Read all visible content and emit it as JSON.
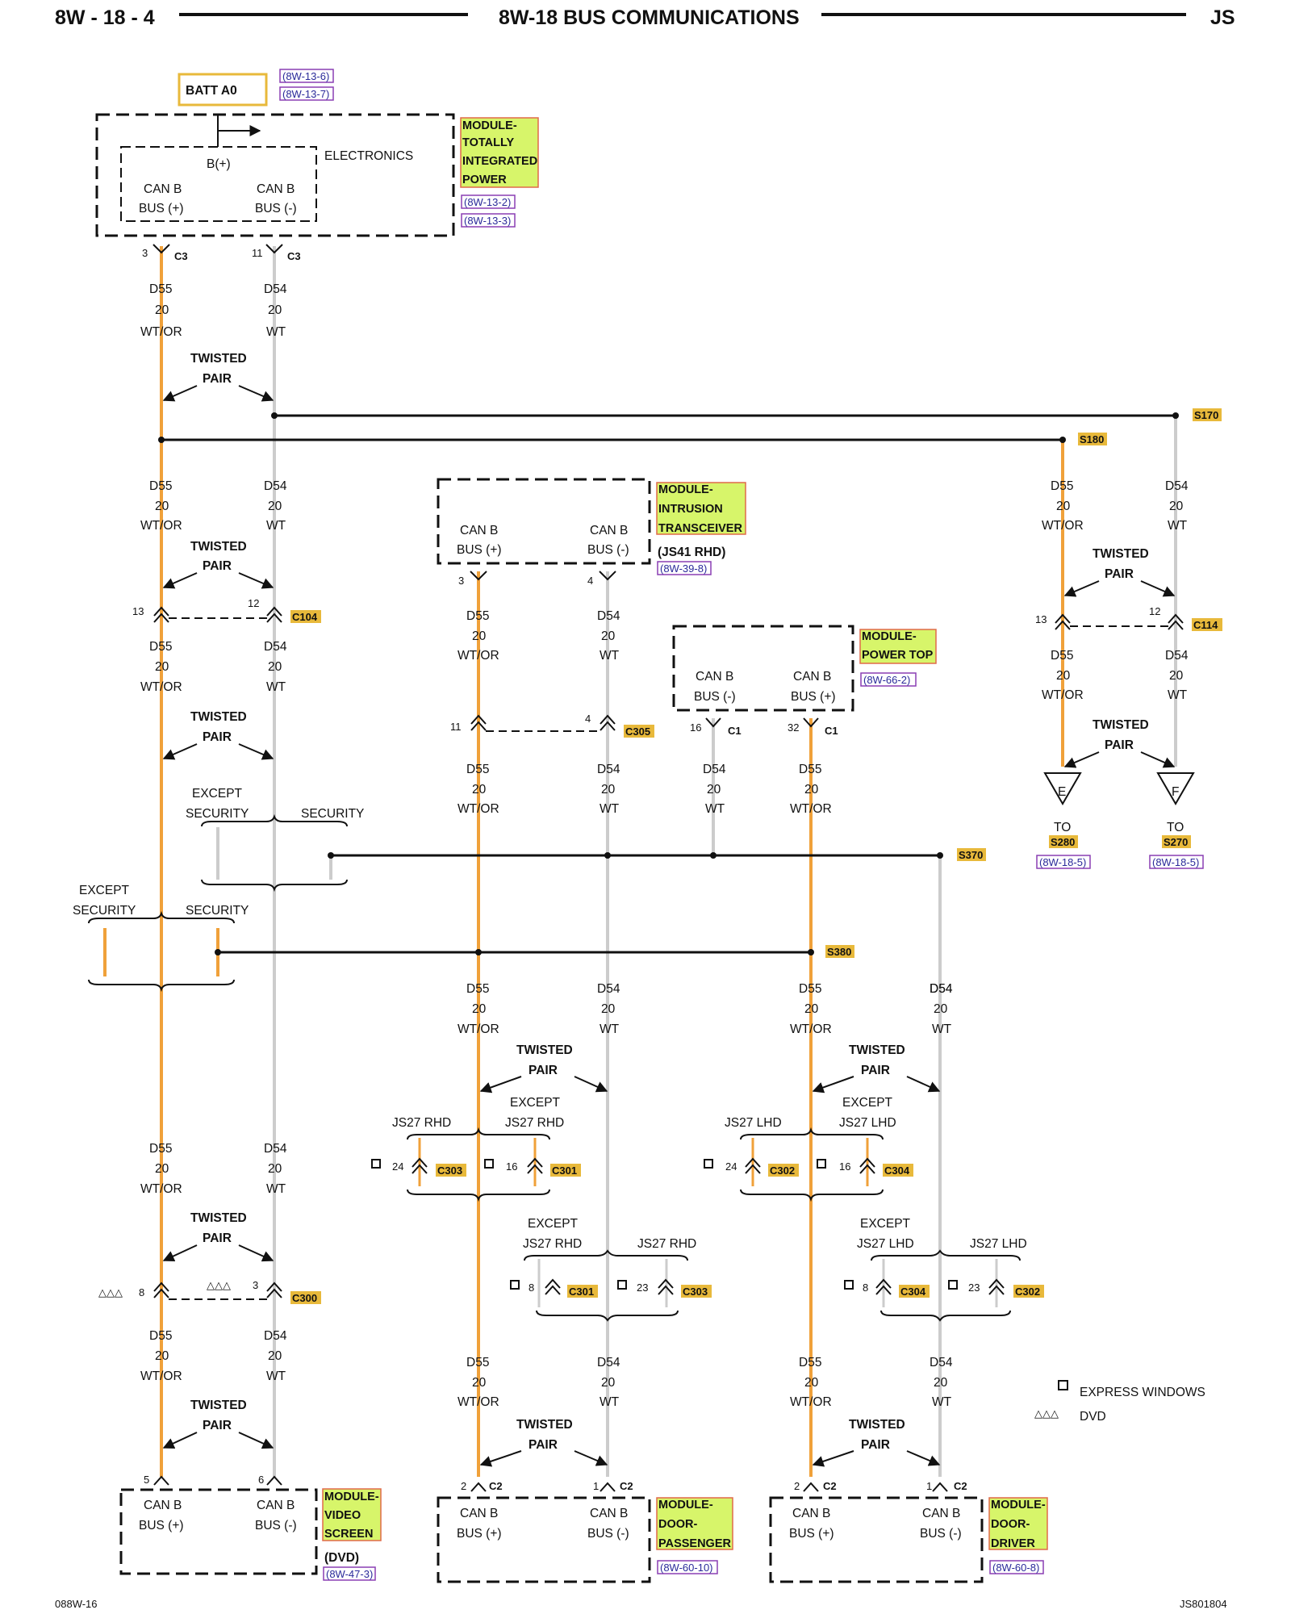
{
  "header": {
    "page": "8W - 18 - 4",
    "title": "8W-18 BUS COMMUNICATIONS",
    "model": "JS"
  },
  "footer": {
    "left": "088W-16",
    "right": "JS801804"
  },
  "batt": {
    "label": "BATT A0",
    "refs": [
      "(8W-13-6)",
      "(8W-13-7)"
    ]
  },
  "tipm": {
    "title_lines": [
      "MODULE-",
      "TOTALLY",
      "INTEGRATED",
      "POWER"
    ],
    "refs": [
      "(8W-13-2)",
      "(8W-13-3)"
    ],
    "electronics": "ELECTRONICS",
    "bplus": "B(+)",
    "pin_l": "3",
    "pin_r": "11",
    "conn": "C3"
  },
  "labels": {
    "can_b": "CAN B",
    "bus_plus": "BUS (+)",
    "bus_minus": "BUS (-)",
    "d55": "D55",
    "d54": "D54",
    "gauge": "20",
    "wtor": "WT/OR",
    "wt": "WT",
    "twisted": "TWISTED",
    "pair": "PAIR",
    "except": "EXCEPT",
    "security": "SECURITY",
    "js27rhd": "JS27 RHD",
    "js27lhd": "JS27 LHD",
    "to": "TO"
  },
  "splices": {
    "s170": "S170",
    "s180": "S180",
    "s370": "S370",
    "s380": "S380",
    "s280": "S280",
    "s270": "S270"
  },
  "connectors": {
    "c104": "C104",
    "c104_l": "13",
    "c104_r": "12",
    "c114": "C114",
    "c114_l": "13",
    "c114_r": "12",
    "c305": "C305",
    "c305_l": "11",
    "c305_r": "4",
    "c300": "C300",
    "c300_l": "8",
    "c300_r": "3",
    "c303": "C303",
    "c301": "C301",
    "c302": "C302",
    "c304": "C304",
    "c1": "C1",
    "c2": "C2",
    "p24": "24",
    "p16": "16",
    "p8": "8",
    "p23": "23",
    "p3": "3",
    "p4": "4",
    "p16b": "16",
    "p32": "32",
    "p5": "5",
    "p6": "6",
    "p2": "2",
    "p1": "1"
  },
  "intrusion": {
    "title_lines": [
      "MODULE-",
      "INTRUSION",
      "TRANSCEIVER"
    ],
    "variant": "(JS41 RHD)",
    "ref": "(8W-39-8)"
  },
  "power_top": {
    "title_lines": [
      "MODULE-",
      "POWER TOP"
    ],
    "ref": "(8W-66-2)"
  },
  "video": {
    "title_lines": [
      "MODULE-",
      "VIDEO",
      "SCREEN"
    ],
    "variant": "(DVD)",
    "ref": "(8W-47-3)"
  },
  "door_pass": {
    "title_lines": [
      "MODULE-",
      "DOOR-",
      "PASSENGER"
    ],
    "ref": "(8W-60-10)"
  },
  "door_drv": {
    "title_lines": [
      "MODULE-",
      "DOOR-",
      "DRIVER"
    ],
    "ref": "(8W-60-8)"
  },
  "to_refs": {
    "e": "E",
    "f": "F",
    "ref": "(8W-18-5)"
  },
  "legend": {
    "express": "EXPRESS WINDOWS",
    "dvd": "DVD"
  },
  "colors": {
    "wt_or": "#f0a13a",
    "wt": "#cccccc",
    "highlight": "#d7f56a",
    "accent": "#e8b93b",
    "border": "#e06a4a",
    "ref_border": "#8a3fb4"
  }
}
